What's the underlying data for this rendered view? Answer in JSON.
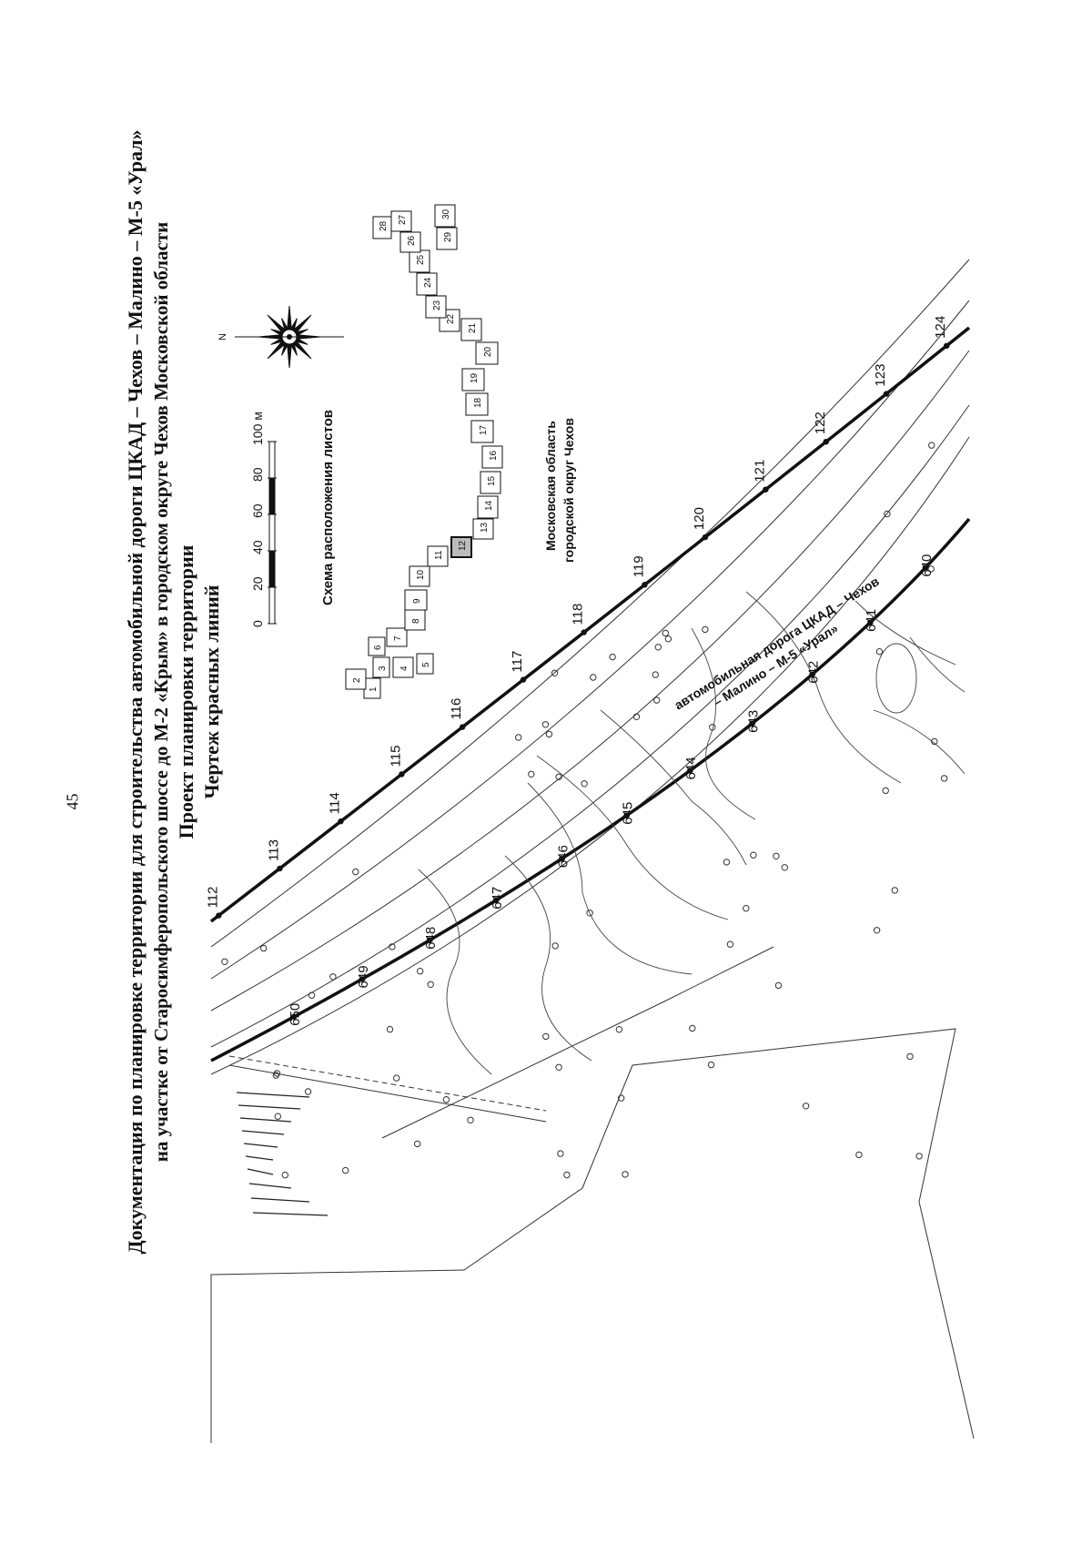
{
  "page_number": "45",
  "title_lines": [
    "Документация по планировке территории для строительства автомобильной дороги ЦКАД – Чехов – Малино – М-5 «Урал»",
    "на участке от Старосимферопольского шоссе до М-2 «Крым» в городском округе Чехов Московской области",
    "Проект планировки территории",
    "Чертеж красных линий"
  ],
  "scale_bar": {
    "ticks": [
      "0",
      "20",
      "40",
      "60",
      "80",
      "100 м"
    ]
  },
  "compass": {
    "north_label": "N",
    "icon": "compass-rose-icon"
  },
  "sheet_scheme": {
    "title": "Схема расположения листов",
    "current_sheet": "12",
    "sheets": [
      "1",
      "2",
      "3",
      "4",
      "5",
      "6",
      "7",
      "8",
      "9",
      "10",
      "11",
      "12",
      "13",
      "14",
      "15",
      "16",
      "17",
      "18",
      "19",
      "20",
      "21",
      "22",
      "23",
      "24",
      "25",
      "26",
      "27",
      "28",
      "29",
      "30"
    ]
  },
  "region_label": [
    "Московская область",
    "городской округ Чехов"
  ],
  "road_label": [
    "автомобильная дорога ЦКАД – Чехов",
    "– Малино – М-5 «Урал»"
  ],
  "red_line_points_north": [
    "112",
    "113",
    "114",
    "115",
    "116",
    "117",
    "118",
    "119",
    "120",
    "121",
    "122",
    "123",
    "124"
  ],
  "red_line_points_south": [
    "640",
    "641",
    "642",
    "643",
    "644",
    "645",
    "646",
    "647",
    "648",
    "649",
    "650"
  ],
  "colors": {
    "ink": "#111111",
    "linework": "#333333",
    "paper": "#ffffff"
  }
}
